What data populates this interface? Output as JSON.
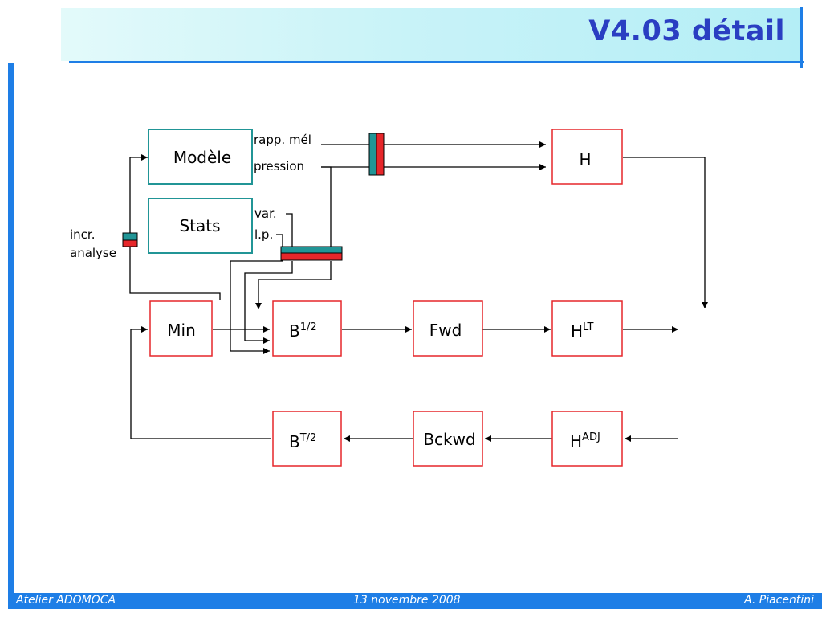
{
  "slide": {
    "title": "V4.03 détail"
  },
  "footer": {
    "left": "Atelier ADOMOCA",
    "center": "13 novembre 2008",
    "right": "A. Piacentini"
  },
  "diagram": {
    "boxes": {
      "modele": "Modèle",
      "stats": "Stats",
      "min": "Min",
      "h": "H",
      "b_half_base": "B",
      "b_half_sup": "1/2",
      "fwd": "Fwd",
      "hlt_base": "H",
      "hlt_sup": "LT",
      "bt_half_base": "B",
      "bt_half_sup": "T/2",
      "bckwd": "Bckwd",
      "hadj_base": "H",
      "hadj_sup": "ADJ"
    },
    "labels": {
      "rapp_mel": "rapp. mél",
      "pression": "pression",
      "var": "var.",
      "lp": "l.p.",
      "incr": "incr.",
      "analyse": "analyse"
    },
    "colors": {
      "teal_box": "#219596",
      "red_box": "#e6262a",
      "accent_blue": "#1e7ee6",
      "title_text": "#2a3ec2"
    }
  }
}
